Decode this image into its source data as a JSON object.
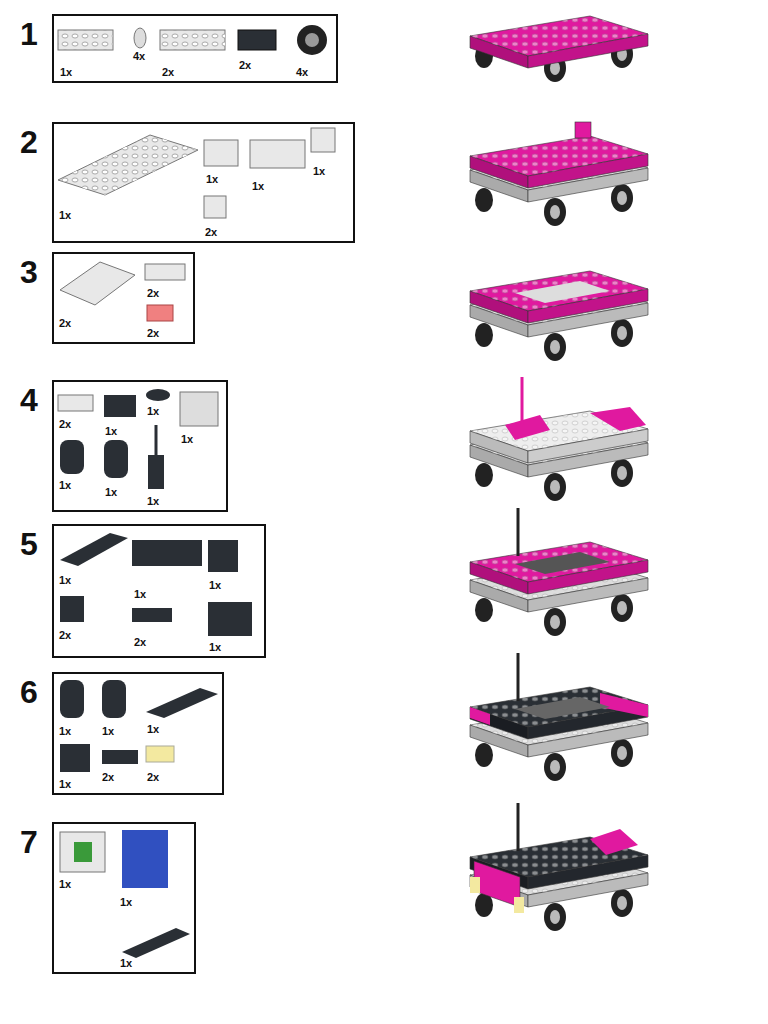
{
  "diagram": {
    "nodes": [
      {
        "text": [
          "1",
          "1x",
          "4x",
          "2x",
          "2x",
          "4x"
        ]
      },
      {
        "text": [
          "2",
          "1x",
          "1x",
          "1x",
          "1x",
          "2x"
        ]
      },
      {
        "text": [
          "3",
          "2x",
          "2x",
          "2x"
        ]
      },
      {
        "text": [
          "4",
          "2x",
          "1x",
          "1x",
          "1x",
          "1x",
          "1x",
          "1x"
        ]
      },
      {
        "text": [
          "5",
          "1x",
          "1x",
          "1x",
          "2x",
          "2x",
          "1x"
        ]
      },
      {
        "text": [
          "6",
          "1x",
          "1x",
          "1x",
          "1x",
          "2x",
          "2x"
        ]
      },
      {
        "text": [
          "7",
          "1x",
          "1x",
          "1x"
        ]
      }
    ]
  }
}
